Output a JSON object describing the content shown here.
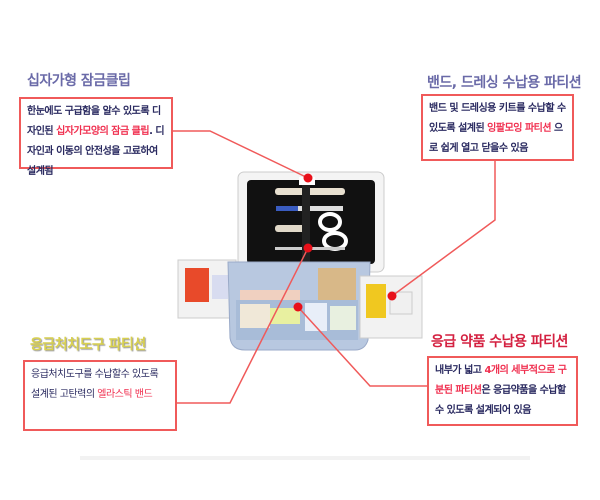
{
  "callouts": [
    {
      "title": "십자가형 잠금클립",
      "text_before": "한눈에도 구급함을 알수 있도록 디자인된 ",
      "highlight": "십자가모양의 잠금 클립",
      "text_after": ". 디자인과 이동의 안전성을 고료하여 설계됨"
    },
    {
      "title": "밴드, 드레싱 수납용 파티션",
      "text_before": "밴드 및 드레싱용 키트를 수납할 수 있도록 설계된 ",
      "highlight": "잉팔모잉 파티션",
      "text_after": " 으로 쉽게 열고 닫을수 있음"
    },
    {
      "title": "응급처치도구 파티션",
      "text_before": "응급처치도구를 수납할수 있도록 설계된 고탄력의 ",
      "highlight": "엘라스틱 밴드",
      "text_after": ""
    },
    {
      "title": "응급 약품 수납용 파티션",
      "text_before": "내부가 넓고 ",
      "highlight": "4개의 세부적으로 구분된 파티션",
      "text_after": "은 응급약품을 수납할수 있도록 설계되어 있음"
    }
  ],
  "colors": {
    "accent": "#f05a5a",
    "text": "#2a2a60",
    "highlight": "#f03050"
  }
}
